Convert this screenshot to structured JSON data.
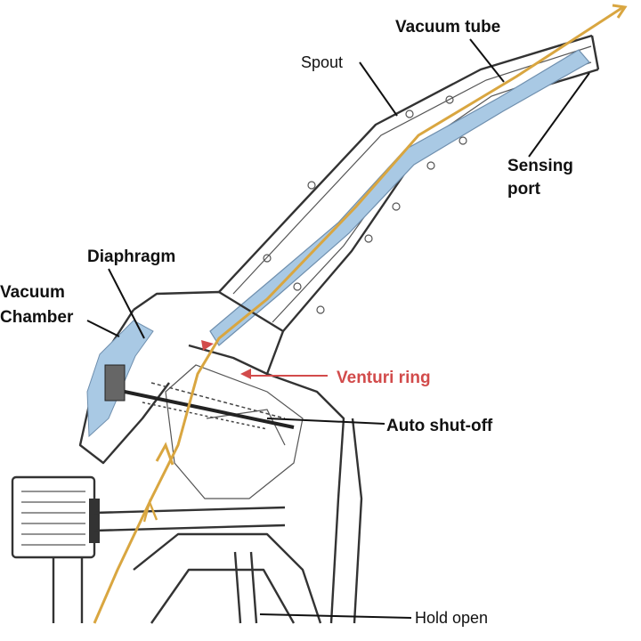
{
  "labels": {
    "vacuum_tube": "Vacuum tube",
    "spout": "Spout",
    "sensing_line1": "Sensing",
    "sensing_line2": "port",
    "diaphragm": "Diaphragm",
    "vacuum_line1": "Vacuum",
    "vacuum_line2": "Chamber",
    "venturi_ring": "Venturi ring",
    "auto_shutoff": "Auto shut-off",
    "hold_open": "Hold open"
  },
  "colors": {
    "fuel_flow": "#d9a640",
    "vacuum_fill": "#a9c9e4",
    "venturi_red": "#d24b4b",
    "outline": "#333333",
    "label_text": "#111111"
  }
}
